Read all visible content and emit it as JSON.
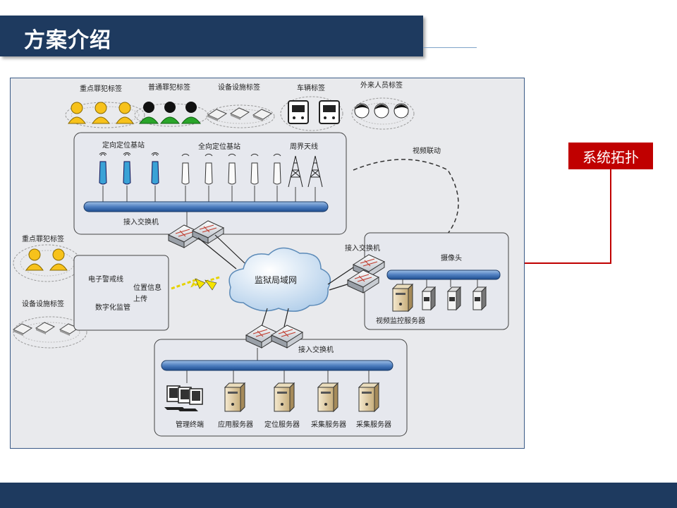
{
  "header": {
    "title": "方案介绍"
  },
  "side_label": "系统拓扑",
  "diagram": {
    "tag_groups": {
      "key_criminal": "重点罪犯标签",
      "normal_criminal": "普通罪犯标签",
      "equipment": "设备设施标签",
      "vehicle": "车辆标签",
      "visitor": "外来人员标签",
      "key_criminal_left": "重点罪犯标签",
      "equipment_left": "设备设施标签"
    },
    "base_stations": {
      "directional": "定向定位基站",
      "omni": "全向定位基站",
      "perimeter": "周界天线",
      "switch": "接入交换机"
    },
    "fence": {
      "fence_line": "电子警戒线",
      "position_line1": "位置信息",
      "position_line2": "上传",
      "digital": "数字化监管"
    },
    "network": {
      "lan": "监狱局域网"
    },
    "video": {
      "linkage": "视频联动",
      "switch": "接入交换机",
      "camera": "摄像头",
      "server": "视频监控服务器"
    },
    "management": {
      "switch": "接入交换机",
      "terminal": "管理终端",
      "app_server": "应用服务器",
      "location_server": "定位服务器",
      "collect_server_1": "采集服务器",
      "collect_server_2": "采集服务器"
    }
  },
  "colors": {
    "navy": "#1e3a5f",
    "accent_red": "#c00000"
  }
}
